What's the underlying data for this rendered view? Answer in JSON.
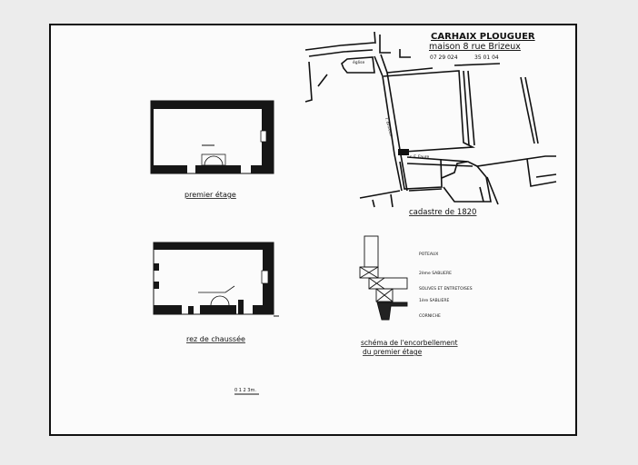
{
  "title": {
    "town": "CARHAIX PLOUGUER",
    "house": "maison 8 rue Brizeux"
  },
  "references": {
    "left": "07 29 024",
    "right": "35 01 04"
  },
  "map": {
    "church_label": "église",
    "street_brizeux": "r. Brizeux",
    "street_faure": "r. F. Faure",
    "caption": "cadastre de 1820"
  },
  "plans": {
    "upper_caption": "premier étage",
    "ground_caption": "rez de chaussée",
    "scale_label": "0 1 2 3m."
  },
  "section": {
    "legend": [
      "POTEAUX",
      "2ème SABLIERE",
      "SOLIVES ET ENTRETOISES",
      "1ère SABLIERE",
      "CORNICHE"
    ],
    "caption_line1": "schéma de l'encorbellement",
    "caption_line2": "du premier étage"
  }
}
